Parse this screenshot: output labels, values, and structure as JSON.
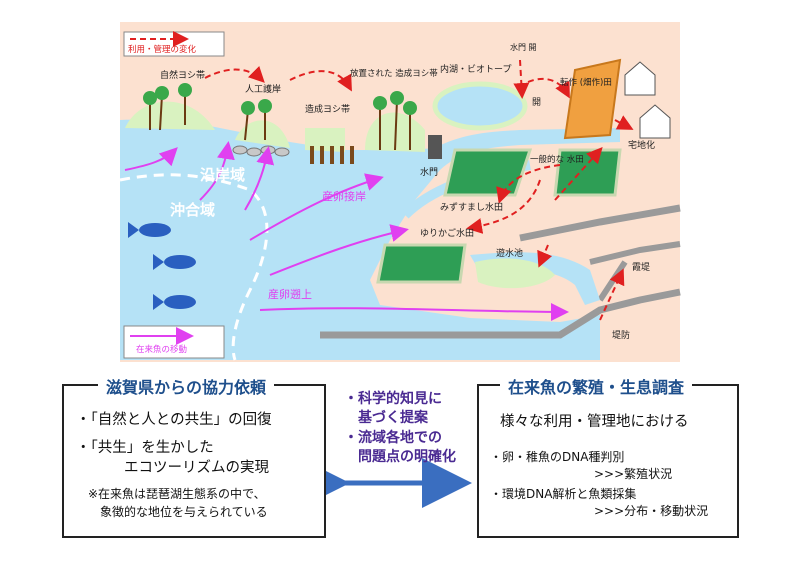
{
  "diagram": {
    "legend": {
      "management_change": "利用・管理の変化",
      "native_fish_movement": "在来魚の移動"
    },
    "zones": {
      "coastal": "沿岸域",
      "offshore": "沖合域"
    },
    "labels": {
      "natural_reed": "自然ヨシ帯",
      "artificial_revetment": "人工護岸",
      "abandoned_reed": "放置された\n造成ヨシ帯",
      "created_reed": "造成ヨシ帯",
      "inner_lake": "内湖・ビオトープ",
      "gate_open": "水門\n開",
      "open": "開",
      "converted_field": "転作\n(畑作)田",
      "residential": "宅地化",
      "general_paddy": "一般的な\n水田",
      "sluice": "水門",
      "mizusumashi": "みずすまし水田",
      "yurikago": "ゆりかご水田",
      "flood_pond": "遊水池",
      "dike": "堤防",
      "embankment": "霞堤",
      "spawning_shore": "産卵接岸",
      "spawning_upstream": "産卵遡上"
    }
  },
  "left_box": {
    "title": "滋賀県からの協力依頼",
    "item1": "・「自然と人との共生」の回復",
    "item2a": "・「共生」を生かした",
    "item2b": "エコツーリズムの実現",
    "note1": "※在来魚は琵琶湖生態系の中で、",
    "note2": "象徴的な地位を与えられている"
  },
  "middle": {
    "line1": "・科学的知見に",
    "line2": "基づく提案",
    "line3": "・流域各地での",
    "line4": "問題点の明確化"
  },
  "right_box": {
    "title": "在来魚の繁殖・生息調査",
    "subtitle": "様々な利用・管理地における",
    "item1": "・卵・稚魚のDNA種判別",
    "item1b": ">>>繁殖状況",
    "item2": "・環境DNA解析と魚類採集",
    "item2b": ">>>分布・移動状況"
  },
  "colors": {
    "lake": "#b5e2f6",
    "land": "#fce1d0",
    "reed": "#d9f2c0",
    "paddy": "#2e9e55",
    "arrow_red": "#e02020",
    "arrow_magenta": "#e040f0",
    "title_blue": "#1e4f8c",
    "purple": "#4a2a92"
  }
}
